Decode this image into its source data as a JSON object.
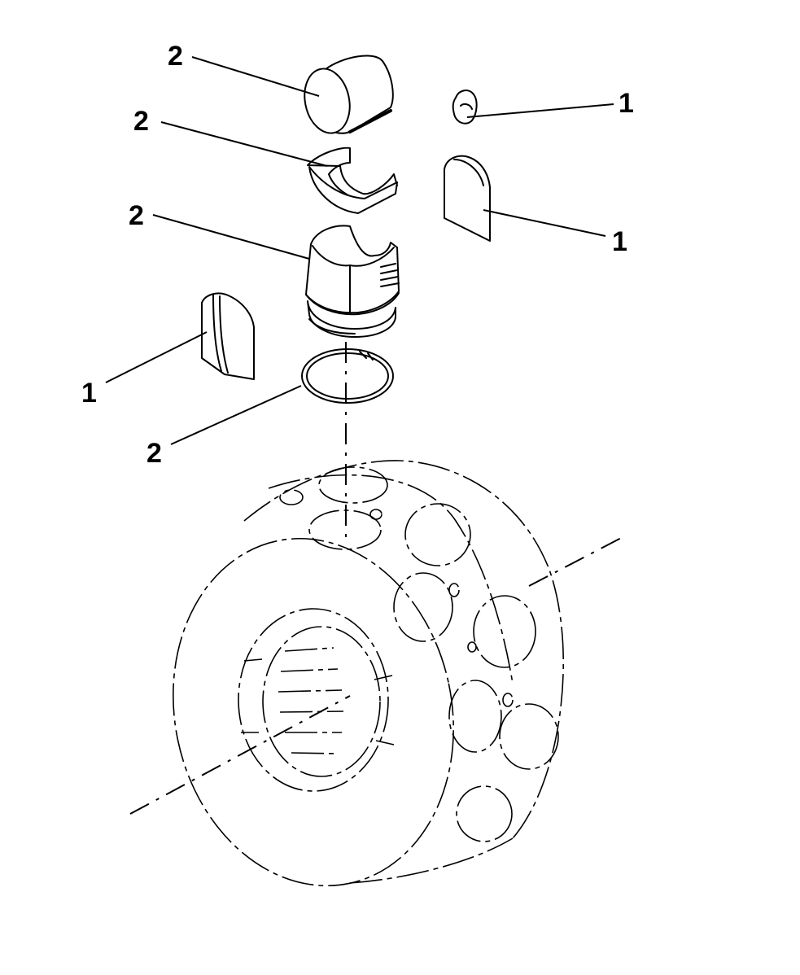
{
  "callouts": {
    "c1": "2",
    "c2": "2",
    "c3": "2",
    "c4": "2",
    "c5": "1",
    "c6": "1",
    "c7": "1"
  },
  "colors": {
    "line": "#000000",
    "background": "#ffffff"
  }
}
